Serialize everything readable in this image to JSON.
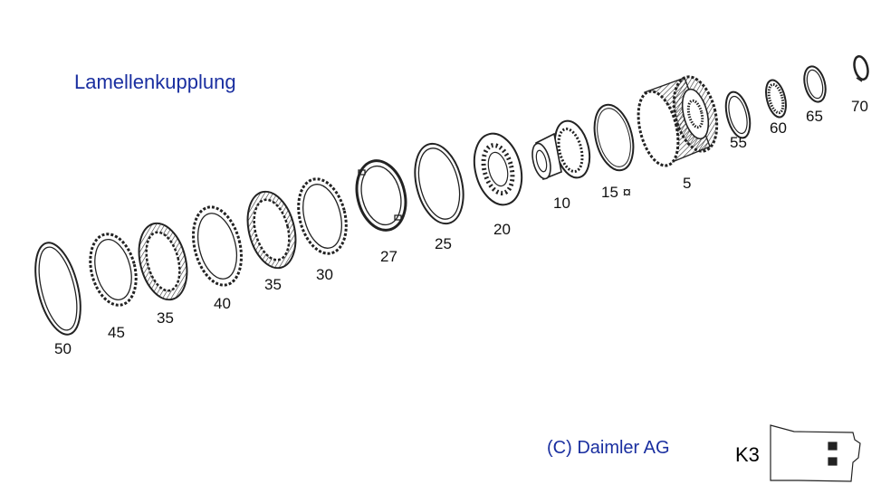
{
  "title": "Lamellenkupplung",
  "copyright": "(C) Daimler AG",
  "section_code": "K3",
  "colors": {
    "label_blue": "#1a2fa0",
    "line": "#222222"
  },
  "parts": [
    {
      "id": "50",
      "label": "50",
      "kind": "snap-ring"
    },
    {
      "id": "45",
      "label": "45",
      "kind": "toothed-ring-outer"
    },
    {
      "id": "35a",
      "label": "35",
      "kind": "friction-disc"
    },
    {
      "id": "40",
      "label": "40",
      "kind": "toothed-ring-outer"
    },
    {
      "id": "35b",
      "label": "35",
      "kind": "friction-disc"
    },
    {
      "id": "30",
      "label": "30",
      "kind": "toothed-ring-outer"
    },
    {
      "id": "27",
      "label": "27",
      "kind": "tabbed-plate"
    },
    {
      "id": "25",
      "label": "25",
      "kind": "snap-ring"
    },
    {
      "id": "20",
      "label": "20",
      "kind": "spring-disc"
    },
    {
      "id": "10",
      "label": "10",
      "kind": "piston"
    },
    {
      "id": "15",
      "label": "15 ¤",
      "kind": "seal-ring"
    },
    {
      "id": "5",
      "label": "5",
      "kind": "clutch-drum"
    },
    {
      "id": "55",
      "label": "55",
      "kind": "thin-ring"
    },
    {
      "id": "60",
      "label": "60",
      "kind": "bearing"
    },
    {
      "id": "65",
      "label": "65",
      "kind": "thin-ring"
    },
    {
      "id": "70",
      "label": "70",
      "kind": "circlip"
    }
  ]
}
